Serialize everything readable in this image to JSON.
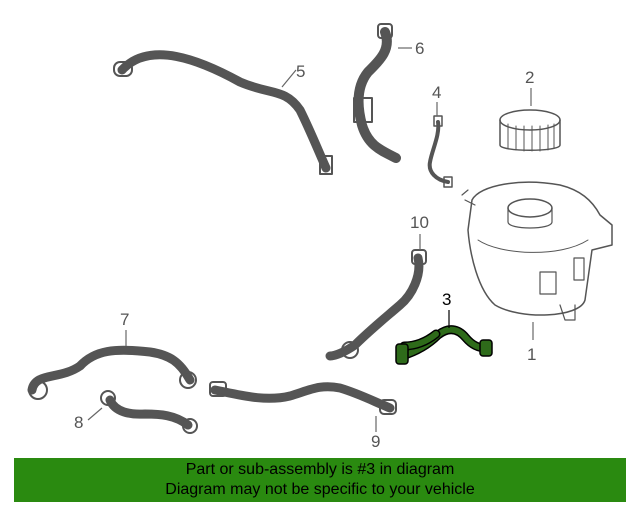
{
  "callouts": {
    "c1": "1",
    "c2": "2",
    "c3": "3",
    "c4": "4",
    "c5": "5",
    "c6": "6",
    "c7": "7",
    "c8": "8",
    "c9": "9",
    "c10": "10"
  },
  "colors": {
    "highlight_part": "#2e6b1a",
    "banner": "#2a8a10",
    "line": "#555555"
  },
  "banner": {
    "line1": "Part or sub-assembly is #3 in diagram",
    "line2": "Diagram may not be specific to your vehicle"
  }
}
